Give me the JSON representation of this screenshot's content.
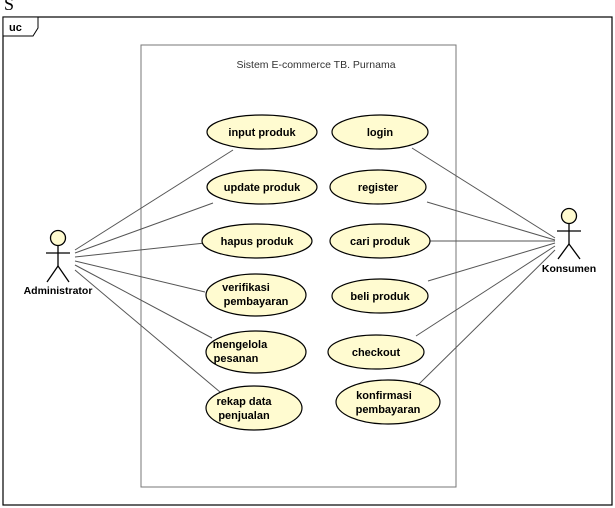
{
  "page_letter": "S",
  "frame_tag": "uc",
  "system": {
    "title": "Sistem E-commerce TB. Purnama"
  },
  "actors": {
    "administrator": {
      "name": "Administrator"
    },
    "konsumen": {
      "name": "Konsumen"
    }
  },
  "usecases": {
    "input_produk": {
      "lines": [
        "input produk"
      ]
    },
    "update_produk": {
      "lines": [
        "update produk"
      ]
    },
    "hapus_produk": {
      "lines": [
        "hapus produk"
      ]
    },
    "verifikasi_pembayaran": {
      "lines": [
        "verifikasi",
        "pembayaran"
      ]
    },
    "mengelola_pesanan": {
      "lines": [
        "mengelola",
        "pesanan"
      ]
    },
    "rekap_data_penjualan": {
      "lines": [
        "rekap data",
        "penjualan"
      ]
    },
    "login": {
      "lines": [
        "login"
      ]
    },
    "register": {
      "lines": [
        "register"
      ]
    },
    "cari_produk": {
      "lines": [
        "cari produk"
      ]
    },
    "beli_produk": {
      "lines": [
        "beli produk"
      ]
    },
    "checkout": {
      "lines": [
        "checkout"
      ]
    },
    "konfirmasi_pembayaran": {
      "lines": [
        "konfirmasi",
        "pembayaran"
      ]
    }
  },
  "colors": {
    "usecase_fill": "#fffbd0",
    "outline": "#000000",
    "line": "#555555",
    "actor_head_fill": "#fffbd0"
  }
}
